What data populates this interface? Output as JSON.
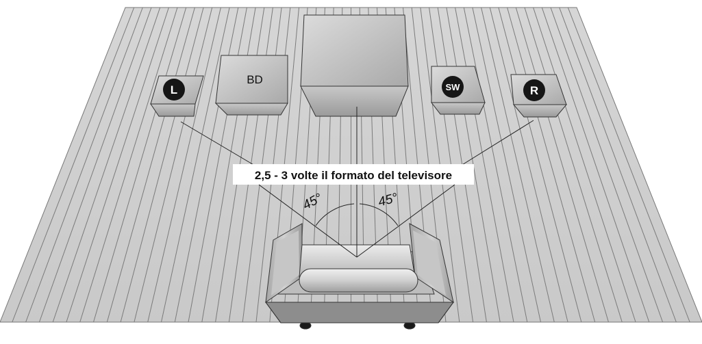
{
  "diagram": {
    "distance_label": "2,5 - 3 volte il formato del televisore",
    "angle_left": "45°",
    "angle_right": "45°",
    "devices": {
      "bd_player": "BD",
      "left_speaker": "L",
      "subwoofer": "SW",
      "right_speaker": "R"
    }
  }
}
